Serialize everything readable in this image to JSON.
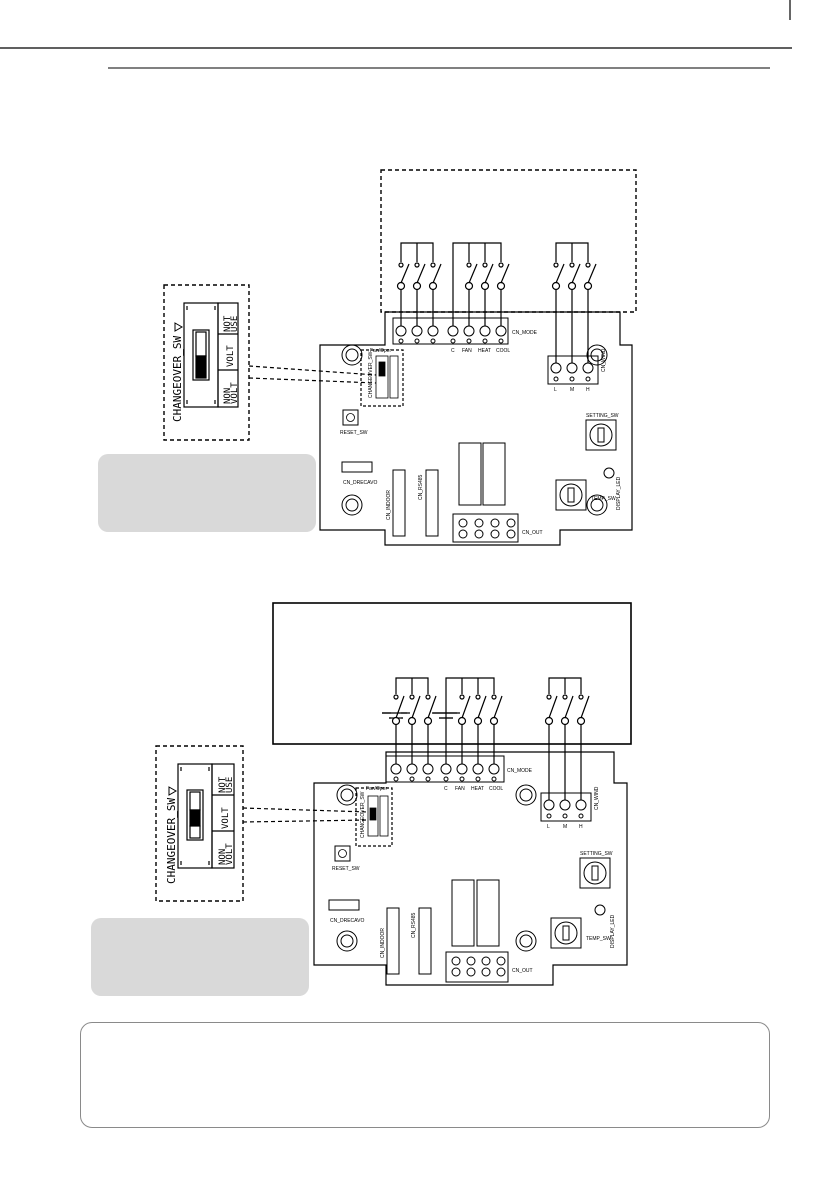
{
  "colors": {
    "line": "#000000",
    "note_fill": "#d9d9d9",
    "frame": "#8a8a8a"
  },
  "pcb_labels": {
    "fan_oper": "Fan/Oper",
    "c": "C",
    "fan": "FAN",
    "heat": "HEAT",
    "cool": "COOL",
    "cn_mode": "CN_MODE",
    "cn_wind": "CN_WIND",
    "l": "L",
    "m": "M",
    "h": "H",
    "reset_sw": "RESET_SW",
    "setting_sw": "SETTING_SW",
    "temp_sw": "TEMP_SW",
    "cn_indoor": "CN_INDOOR",
    "cn_rs485": "CN_RS485",
    "cn_drecavo": "CN_DRECAVO",
    "cn_out": "CN_OUT",
    "display_led": "DISPLAY_LED",
    "changeover_sw": "CHANGEOVER_SW"
  },
  "switch_labels": {
    "title": "CHANGEOVER_SW",
    "not_use": [
      "NOT",
      "USE"
    ],
    "volt": "VOLT",
    "non_volt": [
      "NON",
      "VOLT"
    ]
  }
}
